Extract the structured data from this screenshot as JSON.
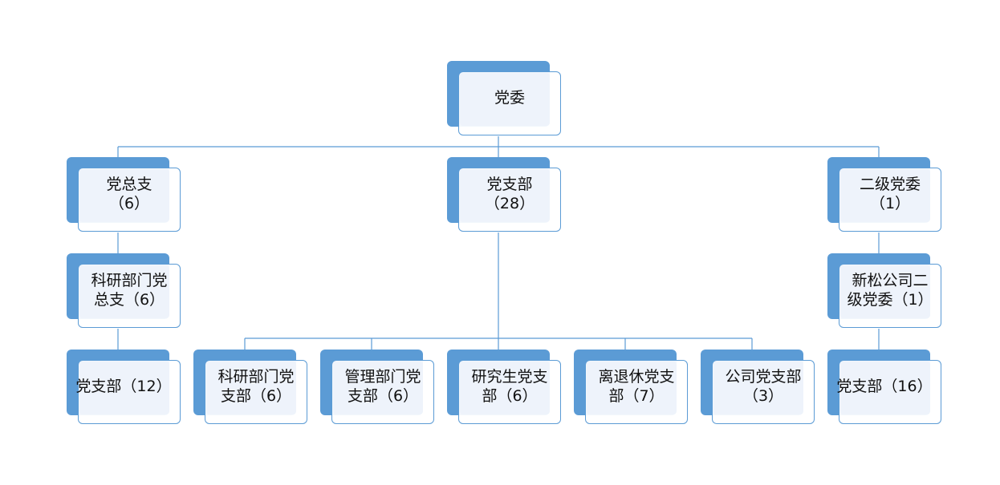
{
  "colors": {
    "box_fill": "#5b9bd5",
    "connector": "#5b9bd5",
    "text": "#111111"
  },
  "nodes": {
    "root": {
      "lines": [
        "党委"
      ]
    },
    "zongzhi": {
      "lines": [
        "党总支",
        "（6）"
      ]
    },
    "zhibu": {
      "lines": [
        "党支部",
        "（28）"
      ]
    },
    "erji": {
      "lines": [
        "二级党委",
        "（1）"
      ]
    },
    "keyan_zongzhi": {
      "lines": [
        "科研部门党",
        "总支（6）"
      ]
    },
    "xinsong": {
      "lines": [
        "新松公司二",
        "级党委（1）"
      ]
    },
    "zongzhi_zhibu": {
      "lines": [
        "党支部（12）"
      ]
    },
    "keyan_zhibu": {
      "lines": [
        "科研部门党",
        "支部（6）"
      ]
    },
    "guanli_zhibu": {
      "lines": [
        "管理部门党",
        "支部（6）"
      ]
    },
    "yanjiusheng_zhibu": {
      "lines": [
        "研究生党支",
        "部（6）"
      ]
    },
    "lituixiu_zhibu": {
      "lines": [
        "离退休党支",
        "部（7）"
      ]
    },
    "gongsi_zhibu": {
      "lines": [
        "公司党支部",
        "（3）"
      ]
    },
    "xinsong_zhibu": {
      "lines": [
        "党支部（16）"
      ]
    }
  }
}
